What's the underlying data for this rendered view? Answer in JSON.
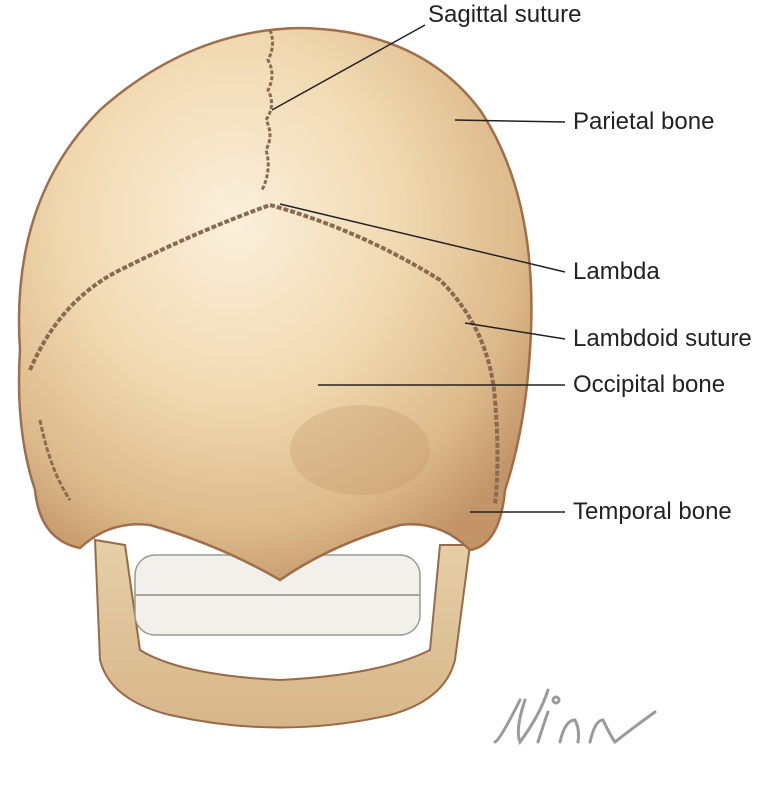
{
  "figure": {
    "labels": {
      "sagittal_suture": "Sagittal suture",
      "parietal_bone": "Parietal bone",
      "lambda": "Lambda",
      "lambdoid_suture": "Lambdoid suture",
      "occipital_bone": "Occipital bone",
      "temporal_bone": "Temporal bone"
    },
    "signature": "Winn",
    "colors": {
      "bone_light": "#f7e6c8",
      "bone_mid": "#e8c99a",
      "bone_shadow": "#b98a5c",
      "outline": "#9a6a48",
      "teeth": "#f2f2f0",
      "leader_line": "#222222",
      "signature": "#9a9a9a"
    }
  }
}
